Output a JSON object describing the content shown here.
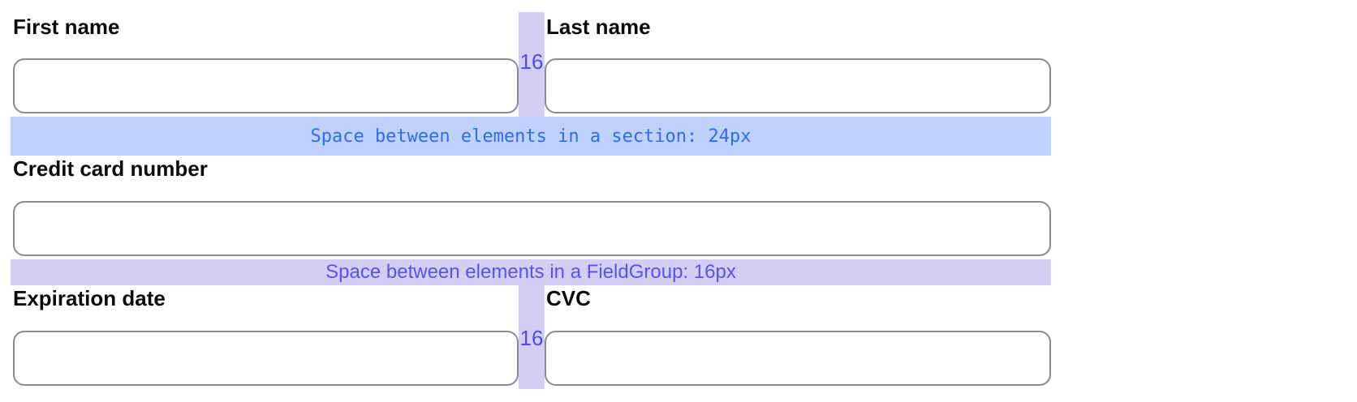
{
  "colors": {
    "label_text": "#0b0b0d",
    "input_border": "#8a8a92",
    "section_gap_bg": "#bfd2fb",
    "section_gap_text": "#2f6bf1",
    "fieldgroup_gap_bg": "#d4cef5",
    "fieldgroup_gap_text": "#5f4fe8",
    "gap_value_text": "#5649e2"
  },
  "form": {
    "fields": {
      "first_name": {
        "label": "First name",
        "value": ""
      },
      "last_name": {
        "label": "Last name",
        "value": ""
      },
      "credit_card_number": {
        "label": "Credit card number",
        "value": ""
      },
      "expiration_date": {
        "label": "Expiration date",
        "value": ""
      },
      "cvc": {
        "label": "CVC",
        "value": ""
      }
    }
  },
  "annotations": {
    "column_gap_value": "16",
    "section_gap_label": "Space between elements in a section: 24px",
    "fieldgroup_gap_label": "Space between elements in a FieldGroup: 16px"
  }
}
